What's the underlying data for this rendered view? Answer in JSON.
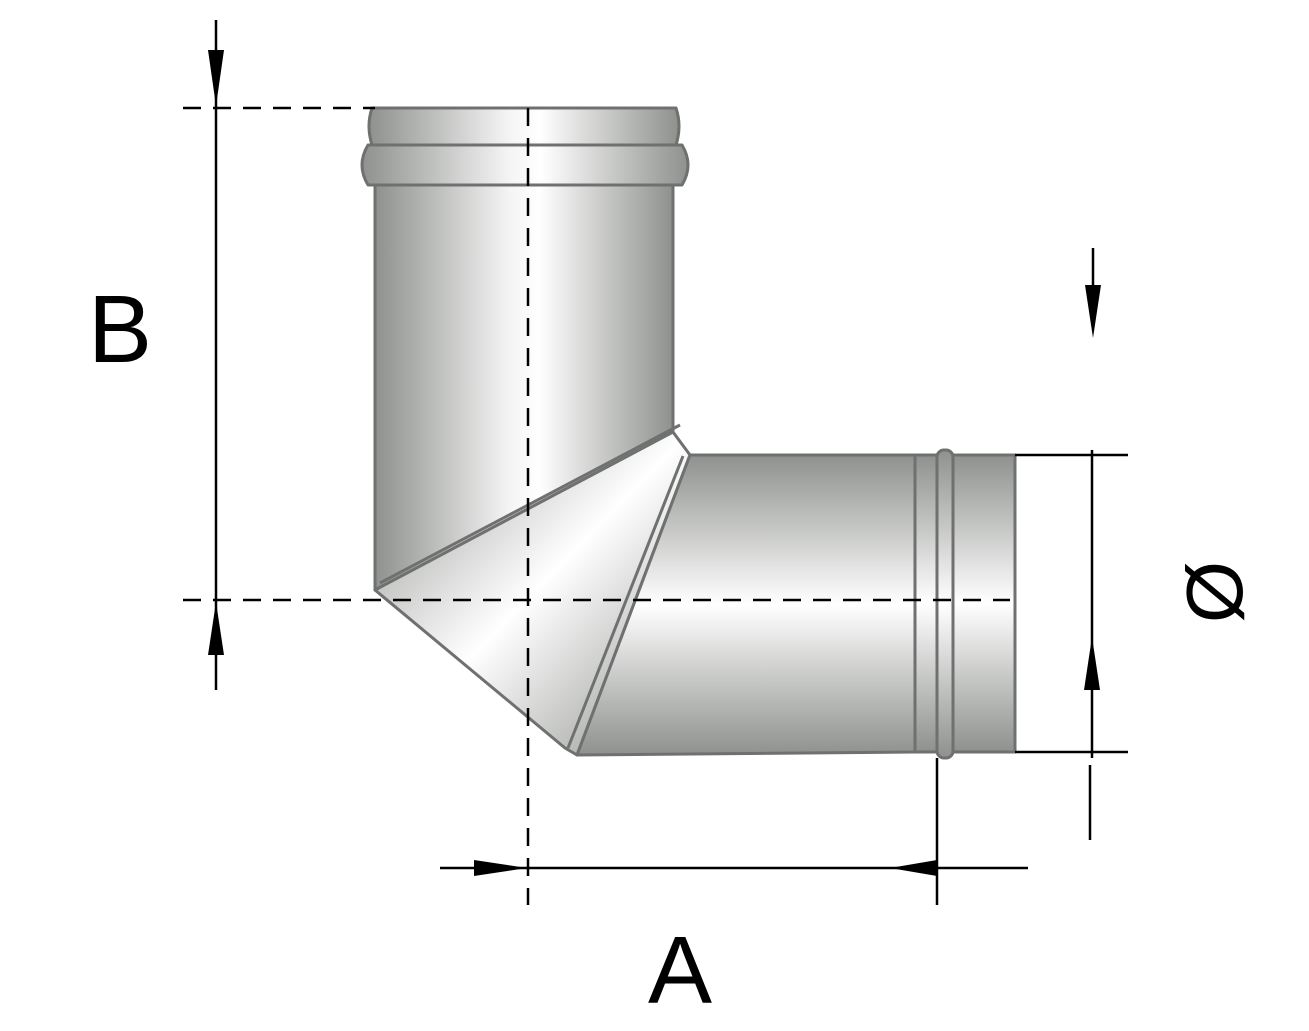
{
  "diagram": {
    "labels": {
      "dimension_a": "A",
      "dimension_b": "B",
      "diameter": "Ø"
    },
    "colors": {
      "outline": "#6f7070",
      "metal_dark": "#8e918d",
      "metal_light": "#ffffff",
      "dimension_lines": "#000000"
    }
  }
}
